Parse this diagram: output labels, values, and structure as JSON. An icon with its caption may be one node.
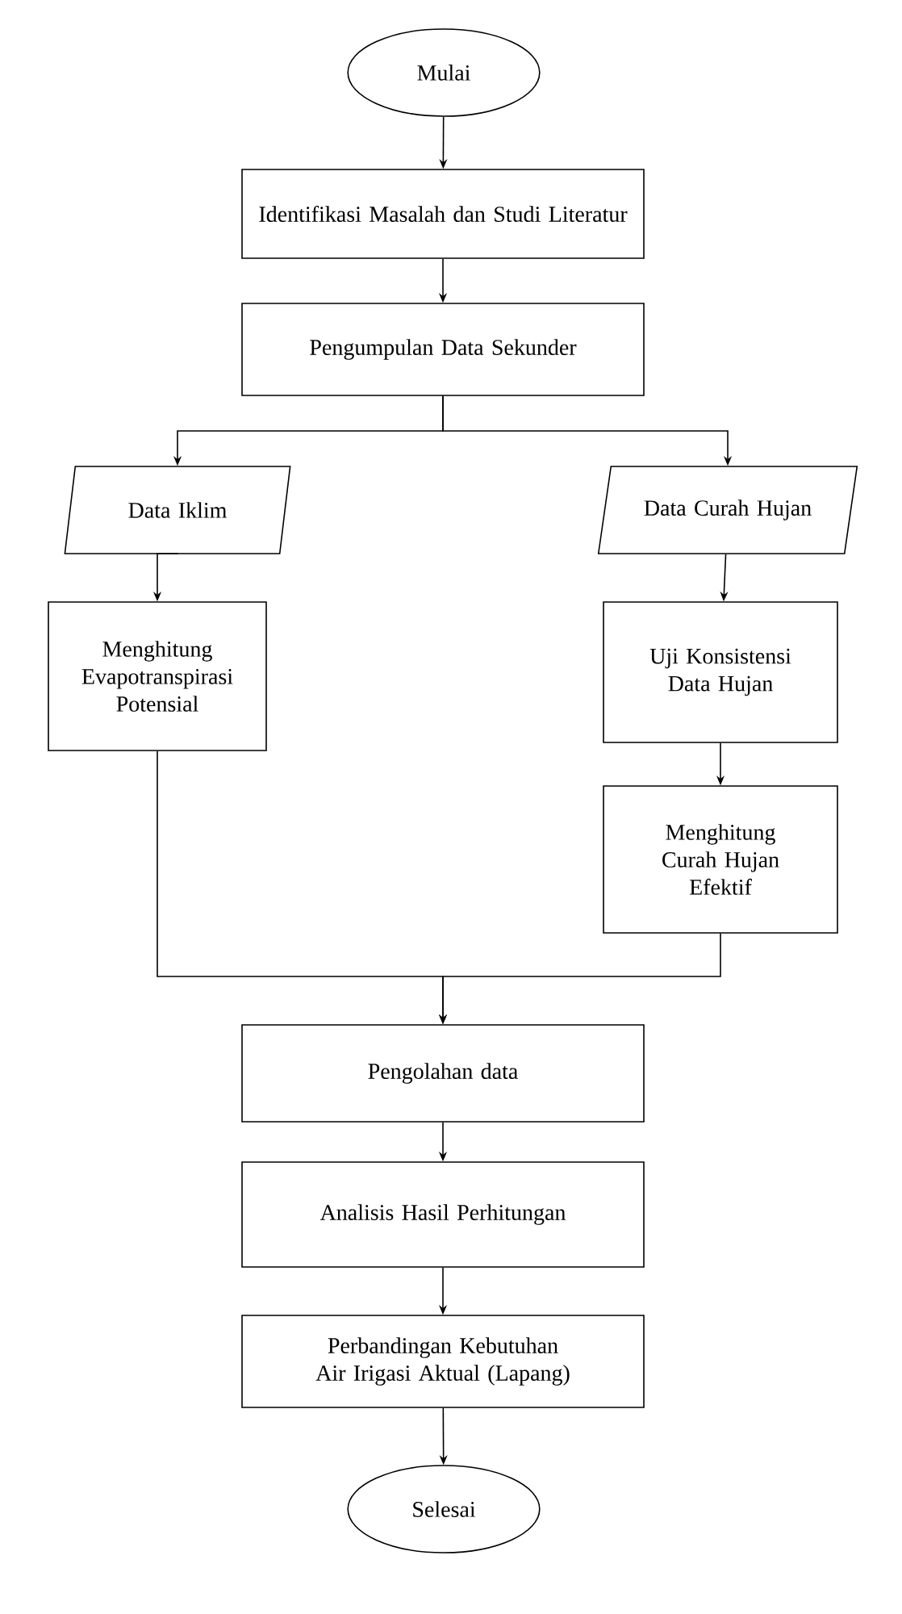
{
  "diagram": {
    "nodes": [
      {
        "text": [
          "Mulai"
        ]
      },
      {
        "text": [
          "Identifikasi Masalah dan Studi Literatur"
        ]
      },
      {
        "text": [
          "Pengumpulan Data Sekunder"
        ]
      },
      {
        "text": [
          "Data Iklim"
        ]
      },
      {
        "text": [
          "Data Curah Hujan"
        ]
      },
      {
        "text": [
          "Menghitung Evapotranspirasi Potensial"
        ]
      },
      {
        "text": [
          "Uji Konsistensi Data Hujan"
        ]
      },
      {
        "text": [
          "Menghitung Curah Hujan Efektif"
        ]
      },
      {
        "text": [
          "Pengolahan data"
        ]
      },
      {
        "text": [
          "Analisis Hasil Perhitungan"
        ]
      },
      {
        "text": [
          "Perbandingan Kebutuhan Air Irigasi Aktual (Lapang)"
        ]
      },
      {
        "text": [
          "Selesai"
        ]
      }
    ],
    "edges": [
      {
        "from": 0,
        "to": 1,
        "arrow": "to"
      },
      {
        "from": 1,
        "to": 2,
        "arrow": "to"
      },
      {
        "from": 2,
        "to": 3,
        "arrow": "to"
      },
      {
        "from": 2,
        "to": 4,
        "arrow": "to"
      },
      {
        "from": 3,
        "to": 5,
        "arrow": "to"
      },
      {
        "from": 4,
        "to": 6,
        "arrow": "to"
      },
      {
        "from": 6,
        "to": 7,
        "arrow": "to"
      },
      {
        "from": 5,
        "to": 8,
        "arrow": "to"
      },
      {
        "from": 7,
        "to": 8,
        "arrow": "to"
      },
      {
        "from": 8,
        "to": 9,
        "arrow": "to"
      },
      {
        "from": 9,
        "to": 10,
        "arrow": "to"
      },
      {
        "from": 10,
        "to": 11,
        "arrow": "to"
      }
    ]
  }
}
